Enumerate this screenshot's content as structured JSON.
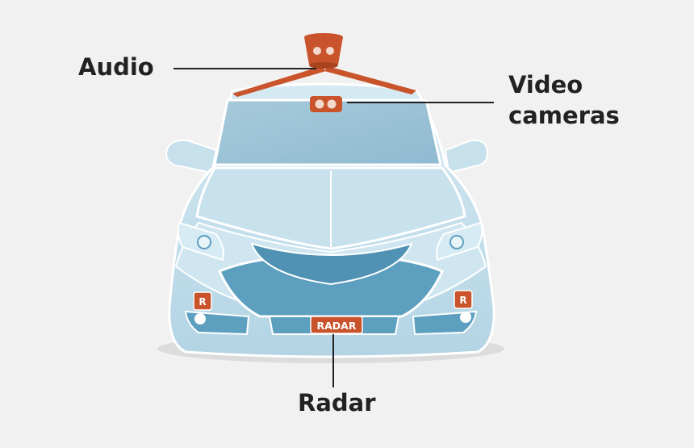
{
  "labels": {
    "audio": "Audio",
    "video": "Video\ncameras",
    "radar": "Radar"
  },
  "badges": {
    "radar_plate": "RADAR",
    "side_radar": "R"
  },
  "colors": {
    "background": "#f1f1f1",
    "car_body": "#bfdcea",
    "car_dark": "#5d9fbf",
    "sensor": "#c9532b",
    "leader_line": "#222222"
  }
}
